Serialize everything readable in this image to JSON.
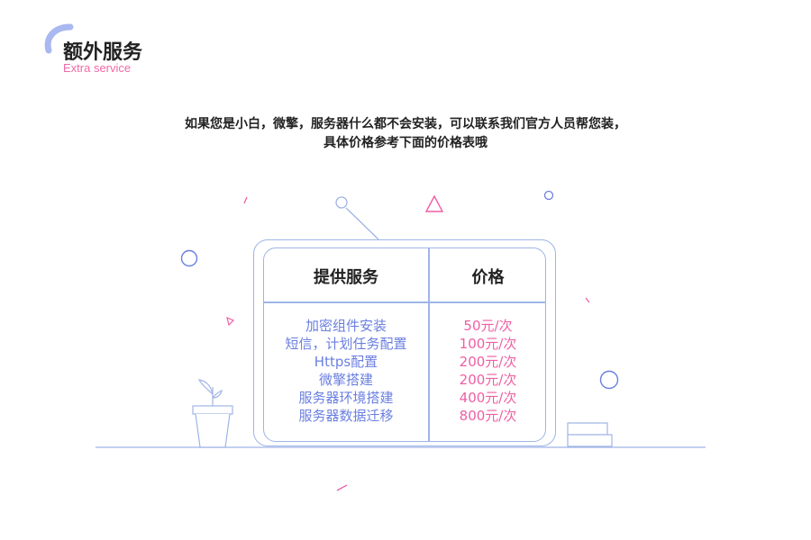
{
  "header": {
    "title": "额外服务",
    "subtitle": "Extra service",
    "accent_arc_color": "#a9b8f0"
  },
  "intro": {
    "line1": "如果您是小白，微擎，服务器什么都不会安装，可以联系我们官方人员帮您装，",
    "line2": "具体价格参考下面的价格表哦"
  },
  "price_table": {
    "headers": {
      "service": "提供服务",
      "price": "价格"
    },
    "rows": [
      {
        "service": "加密组件安装",
        "price": "50元/次"
      },
      {
        "service": "短信，计划任务配置",
        "price": "100元/次"
      },
      {
        "service": "Https配置",
        "price": "200元/次"
      },
      {
        "service": "微擎搭建",
        "price": "200元/次"
      },
      {
        "service": "服务器环境搭建",
        "price": "400元/次"
      },
      {
        "service": "服务器数据迁移",
        "price": "800元/次"
      }
    ]
  },
  "colors": {
    "frame": "#9fb4e6",
    "service_text": "#6a7fe0",
    "price_text": "#ee5fa4",
    "accent_pink": "#f06aa8"
  },
  "icons": [
    "header-arc-icon",
    "plant-pot-icon",
    "book-stack-icon",
    "circle-decoration-icon",
    "triangle-decoration-icon"
  ]
}
